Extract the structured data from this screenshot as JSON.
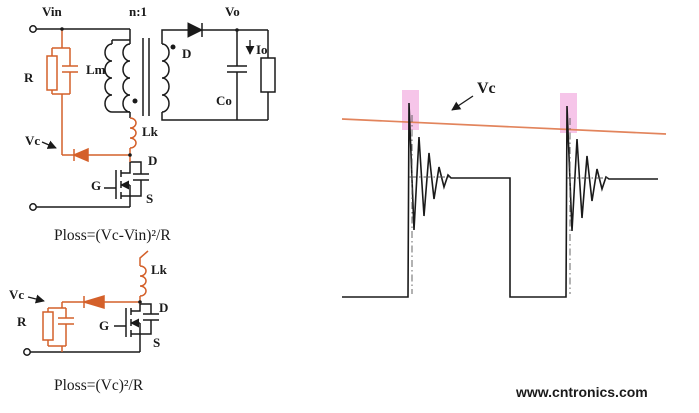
{
  "colors": {
    "ink": "#1a1a1a",
    "accent": "#d4602a",
    "vc_line": "#e2845c",
    "highlight": "#f5bfe7",
    "watermark": "#8dc63f"
  },
  "main_circuit": {
    "vin_label": "Vin",
    "turns_ratio_label": "n:1",
    "vo_label": "Vo",
    "lm_label": "Lm",
    "output_diode_label": "D",
    "io_label": "Io",
    "co_label": "Co",
    "r_label": "R",
    "vc_label": "Vc",
    "lk_label": "Lk",
    "gate_label": "G",
    "drain_label": "D",
    "source_label": "S",
    "loss_formula": "Ploss=(Vc-Vin)²/R"
  },
  "clamp_circuit": {
    "vc_label": "Vc",
    "r_label": "R",
    "gate_label": "G",
    "lk_label": "Lk",
    "drain_label": "D",
    "source_label": "S",
    "loss_formula": "Ploss=(Vc)²/R"
  },
  "waveform": {
    "vc_label": "Vc"
  },
  "watermark_text": "www.cntronics.com"
}
